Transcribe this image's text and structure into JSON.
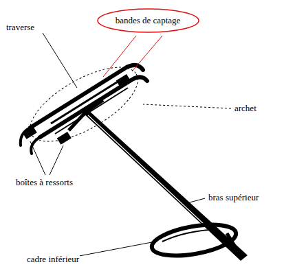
{
  "diagram": {
    "nodes": [
      {
        "text": [
          "bandes de captage"
        ]
      }
    ],
    "labels": [
      "traverse",
      "archet",
      "boîtes à ressorts",
      "bras supérieur",
      "cadre inférieur"
    ]
  }
}
